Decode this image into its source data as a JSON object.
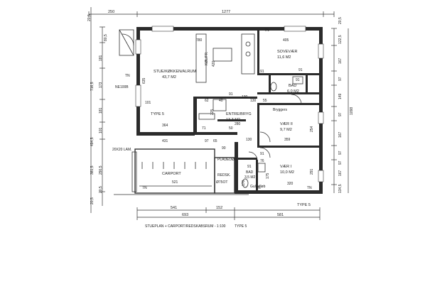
{
  "drawing": {
    "title": "STUEPLAN + CARPORT/REDSKABSRUM - 1:100",
    "type_label": "TYPE 5"
  },
  "top_dims": {
    "d1": "250",
    "d2": "1277",
    "left_top": "20,5",
    "right_top": "20,5"
  },
  "left_dims": {
    "a": "80,5",
    "b": "181",
    "c": "173",
    "d": "716,5",
    "e": "181",
    "f": "101",
    "g": "494,5",
    "h": "381,5",
    "i": "290,5",
    "j": "20,5",
    "k": "20,5"
  },
  "right_dims": {
    "a": "122,5",
    "b": "167",
    "c": "97",
    "d": "149",
    "e": "97",
    "f": "167",
    "g": "1098",
    "h": "97",
    "i": "167",
    "j": "97",
    "k": "134,5"
  },
  "bottom_dims": {
    "a": "541",
    "b": "152",
    "c": "693",
    "d": "581"
  },
  "rooms": {
    "living": {
      "name": "STUE/KØKKEN/ALRUM",
      "area": "43,7 M2"
    },
    "bedroom": {
      "name": "SOVEVÆR",
      "area": "11,6 M2"
    },
    "bath1": {
      "name": "BAD",
      "area": "6,0 M2"
    },
    "entry": {
      "name": "ENTRE/BRYG",
      "area": "13,3 M2"
    },
    "room2": {
      "name": "VÆR II",
      "area": "9,7 M2"
    },
    "room1": {
      "name": "VÆR I",
      "area": "10,0 M2"
    },
    "bath2": {
      "name": "BAD",
      "area": "3,5 M2"
    },
    "carport": {
      "name": "CARPORT"
    },
    "shed": {
      "name": "REDSK."
    },
    "plate": {
      "name": "PLADEDØR"
    },
    "type5": "TYPE 5"
  },
  "inner": {
    "n780": "780",
    "n405": "405",
    "n635": "635",
    "n420": "420",
    "n91a": "91",
    "n91b": "91",
    "n91c": "91",
    "n130a": "130",
    "n130b": "130",
    "n40": "40",
    "n62": "62",
    "n55": "55",
    "n364": "364",
    "n431": "431",
    "n97": "97",
    "n65": "65",
    "n280": "280",
    "n225": "225",
    "n90": "90",
    "n130c": "130",
    "n359": "359",
    "n254": "254",
    "n291": "291",
    "n320": "320",
    "n521": "521",
    "n175": "175",
    "n101": "101",
    "n170": "170",
    "n91d": "91",
    "n91e": "91",
    "n91f": "91",
    "n71": "71",
    "n50": "50",
    "n76": "76"
  },
  "notes": {
    "lam": "20X20 LAM.",
    "ne": "NE100B",
    "tn1": "TN",
    "tn2": "TN",
    "tn3": "TN",
    "tn4": "TN",
    "tn5": "TN",
    "bryggers": "Bryggers",
    "fridge": "KØL/FR.",
    "pipe": "Ø75OT",
    "gulvafl": "Gulvafløb"
  }
}
